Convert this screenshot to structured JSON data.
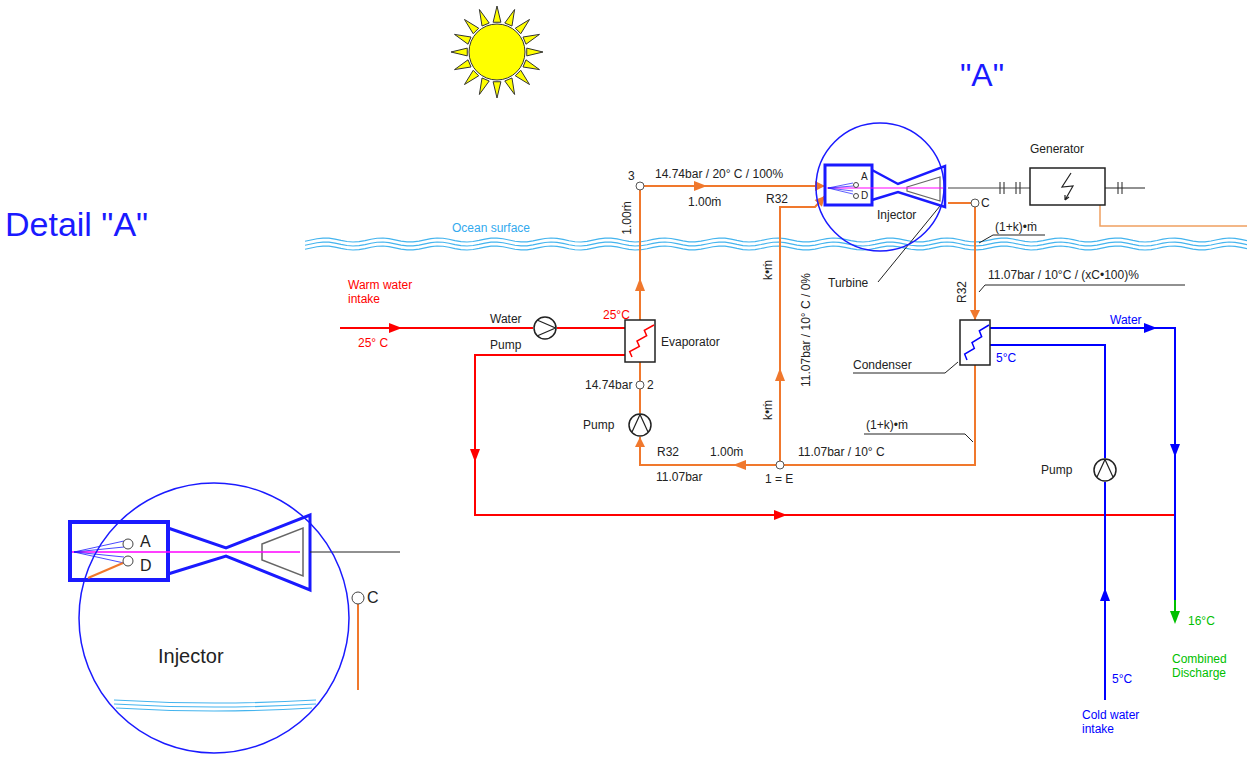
{
  "diagram": {
    "nodes": [
      {
        "text": [
          "\"A\""
        ]
      },
      {
        "text": [
          "Injector"
        ],
        "in": 0
      },
      {
        "text": [
          "Generator"
        ]
      },
      {
        "text": [
          "Water Pump"
        ]
      },
      {
        "text": [
          "Evaporator"
        ]
      },
      {
        "text": [
          "Condenser"
        ]
      },
      {
        "text": [
          "Pump"
        ]
      },
      {
        "text": [
          "Pump"
        ]
      },
      {
        "text": [
          "Detail \"A\"",
          "Injector"
        ]
      }
    ],
    "edges": [
      {
        "from": 6,
        "to": 4,
        "arrow": "none"
      },
      {
        "from": 4,
        "to": 1,
        "arrow": "to"
      },
      {
        "from": 1,
        "to": 5,
        "arrow": "to"
      },
      {
        "from": 1,
        "to": 2,
        "arrow": "none"
      },
      {
        "from": 5,
        "to": 6,
        "arrow": "to"
      },
      {
        "from": 5,
        "to": 1,
        "arrow": "to"
      },
      {
        "from": 3,
        "to": 4,
        "arrow": "none"
      },
      {
        "from": 7,
        "to": 5,
        "arrow": "none"
      }
    ],
    "labels": [
      "14.74bar / 20° C / 100%",
      "3",
      "1.00ṁ",
      "1.00ṁ",
      "R32",
      "A",
      "D",
      "C",
      "Turbine",
      "(1+k)•ṁ",
      "R32",
      "11.07bar / 10°C / (xC•100)%",
      "Ocean surface",
      "Warm water intake",
      "25° C",
      "25°C",
      "k•ṁ",
      "11.07bar / 10° C / 0%",
      "Water",
      "5°C",
      "14.74bar",
      "2",
      "k•ṁ",
      "(1+k)•ṁ",
      "11.07bar / 10° C",
      "R32",
      "1.00ṁ",
      "11.07bar",
      "1 = E",
      "16°C",
      "Combined Discharge",
      "5°C",
      "Cold water intake",
      "A",
      "D",
      "C"
    ]
  }
}
